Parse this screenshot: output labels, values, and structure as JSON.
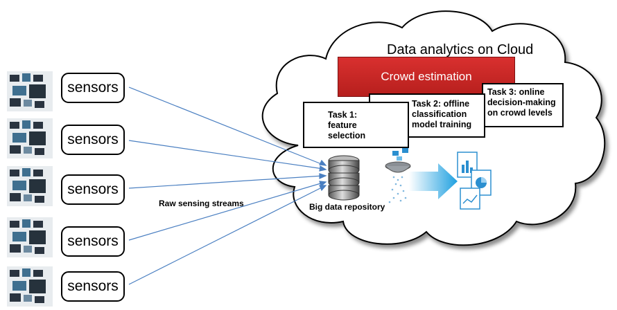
{
  "cloud": {
    "title": "Data analytics on Cloud",
    "crowd_estimation": "Crowd estimation"
  },
  "tasks": [
    {
      "label": "Task 1:\nfeature\nselection"
    },
    {
      "label": "Task 2: offline\nclassification\nmodel training"
    },
    {
      "label": "Task 3: online\ndecision-making\non crowd levels"
    }
  ],
  "sensors": [
    {
      "label": "sensors"
    },
    {
      "label": "sensors"
    },
    {
      "label": "sensors"
    },
    {
      "label": "sensors"
    },
    {
      "label": "sensors"
    }
  ],
  "streams_label": "Raw sensing streams",
  "repository_label": "Big data repository",
  "colors": {
    "arrow": "#4a7fc1",
    "crowd_box": "#c8282a",
    "flow_arrow": "#1fa0e0"
  }
}
